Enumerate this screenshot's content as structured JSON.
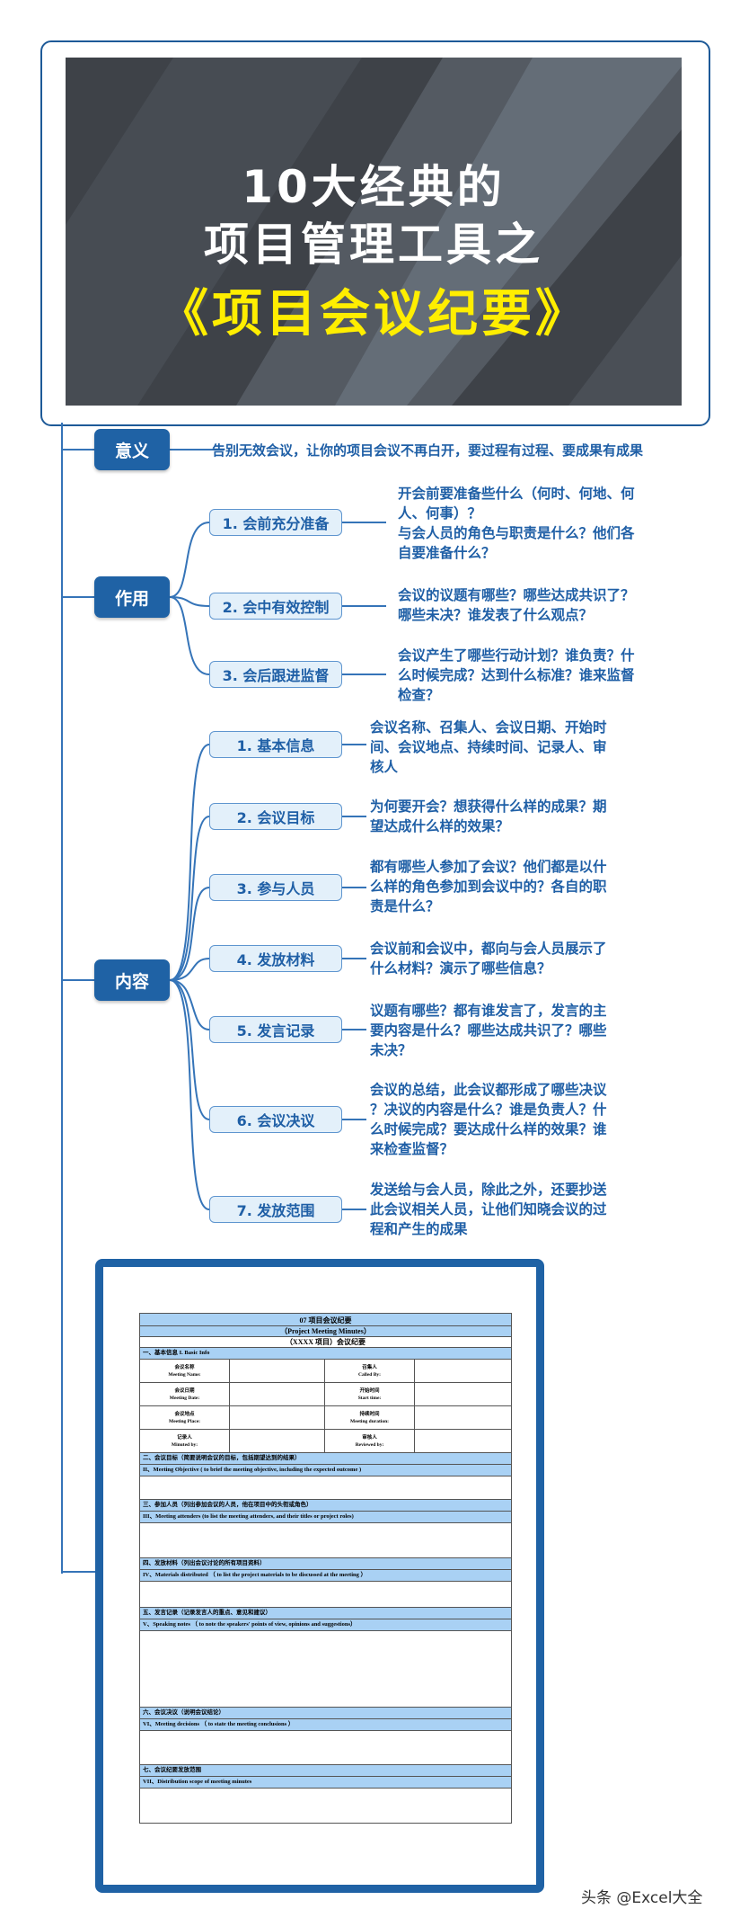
{
  "banner": {
    "line1": "10大经典的",
    "line2": "项目管理工具之",
    "line3": "《项目会议纪要》",
    "colors": {
      "bg": "#3e4248",
      "title": "#ffffff",
      "highlight": "#ffee00"
    }
  },
  "nodes": {
    "meaning": {
      "label": "意义",
      "text": "告别无效会议，让你的项目会议不再白开，要过程有过程、要成果有成果"
    },
    "function": {
      "label": "作用",
      "items": [
        {
          "label": "1. 会前充分准备",
          "lines": [
            "开会前要准备些什么（何时、何地、何",
            "人、何事）？",
            "与会人员的角色与职责是什么？他们各",
            "自要准备什么？"
          ]
        },
        {
          "label": "2. 会中有效控制",
          "lines": [
            "会议的议题有哪些？哪些达成共识了？",
            "哪些未决？谁发表了什么观点？"
          ]
        },
        {
          "label": "3. 会后跟进监督",
          "lines": [
            "会议产生了哪些行动计划？谁负责？什",
            "么时候完成？达到什么标准？谁来监督",
            "检查？"
          ]
        }
      ]
    },
    "content": {
      "label": "内容",
      "items": [
        {
          "label": "1. 基本信息",
          "lines": [
            "会议名称、召集人、会议日期、开始时",
            "间、会议地点、持续时间、记录人、审",
            "核人"
          ]
        },
        {
          "label": "2. 会议目标",
          "lines": [
            "为何要开会？想获得什么样的成果？期",
            "望达成什么样的效果？"
          ]
        },
        {
          "label": "3. 参与人员",
          "lines": [
            "都有哪些人参加了会议？他们都是以什",
            "么样的角色参加到会议中的？各自的职",
            "责是什么？"
          ]
        },
        {
          "label": "4. 发放材料",
          "lines": [
            "会议前和会议中，都向与会人员展示了",
            "什么材料？演示了哪些信息？"
          ]
        },
        {
          "label": "5. 发言记录",
          "lines": [
            "议题有哪些？都有谁发言了，发言的主",
            "要内容是什么？哪些达成共识了？哪些",
            "未决？"
          ]
        },
        {
          "label": "6. 会议决议",
          "lines": [
            "会议的总结，此会议都形成了哪些决议",
            "？决议的内容是什么？谁是负责人？什",
            "么时候完成？要达成什么样的效果？谁",
            "来检查监督？"
          ]
        },
        {
          "label": "7. 发放范围",
          "lines": [
            "发送给与会人员，除此之外，还要抄送",
            "此会议相关人员，让他们知晓会议的过",
            "程和产生的成果"
          ]
        }
      ]
    }
  },
  "form": {
    "head1": "07  项目会议纪要",
    "head2": "（Project Meeting Minutes）",
    "head3": "（XXXX 项目）会议纪要",
    "sec1": "一、基本信息  I. Basic Info",
    "grid": [
      [
        "会议名称",
        "Meeting Name:"
      ],
      [
        "",
        ""
      ],
      [
        "召集人",
        "Called By:"
      ],
      [
        "",
        ""
      ],
      [
        "会议日期",
        "Meeting Date:"
      ],
      [
        "",
        ""
      ],
      [
        "开始时间",
        "Start time:"
      ],
      [
        "",
        ""
      ],
      [
        "会议地点",
        "Meeting Place:"
      ],
      [
        "",
        ""
      ],
      [
        "持续时间",
        "Meeting duration:"
      ],
      [
        "",
        ""
      ],
      [
        "记录人",
        "Minuted by:"
      ],
      [
        "",
        ""
      ],
      [
        "审核人",
        "Reviewed by:"
      ],
      [
        "",
        ""
      ]
    ],
    "sec2a": "二、会议目标（简要说明会议的目标，包括期望达到的结果）",
    "sec2b": "II、Meeting Objective ( to brief the meeting objective, including the expected outcome )",
    "sec3a": "三、参加人员（列出参加会议的人员，他在项目中的头衔或角色）",
    "sec3b": "III、Meeting attenders (to list the meeting attenders, and their titles or project roles)",
    "sec4a": "四、发放材料（列出会议讨论的所有项目资料）",
    "sec4b": "IV、Materials distributed  （ to list the project materials to be discussed at the meeting ）",
    "sec5a": "五、发言记录（记录发言人的重点、意见和建议）",
    "sec5b": "V、Speaking notes  （ to note the speakers' points of view, opinions and suggestions）",
    "sec6a": "六、会议决议（说明会议结论）",
    "sec6b": "VI、Meeting decisions  （ to state the meeting conclusions ）",
    "sec7a": "七、会议纪要发放范围",
    "sec7b": "VII、Distribution scope of meeting minutes"
  },
  "watermark": "头条 @Excel大全"
}
